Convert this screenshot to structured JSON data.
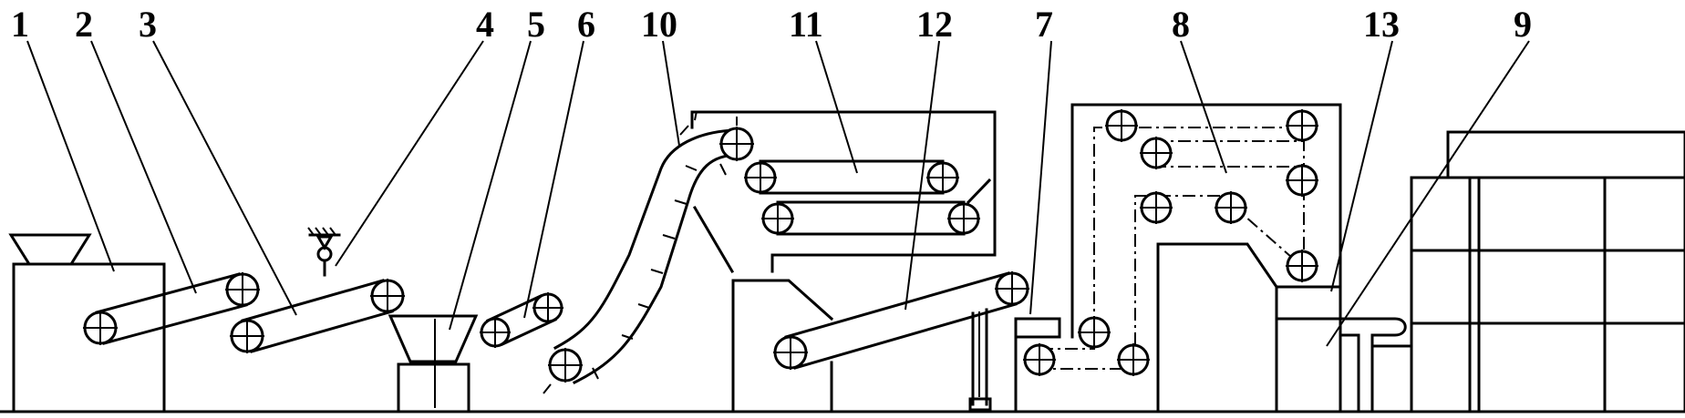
{
  "labels": {
    "l1": "1",
    "l2": "2",
    "l3": "3",
    "l4": "4",
    "l5": "5",
    "l6": "6",
    "l10": "10",
    "l11": "11",
    "l12": "12",
    "l7": "7",
    "l8": "8",
    "l13": "13",
    "l9": "9"
  }
}
